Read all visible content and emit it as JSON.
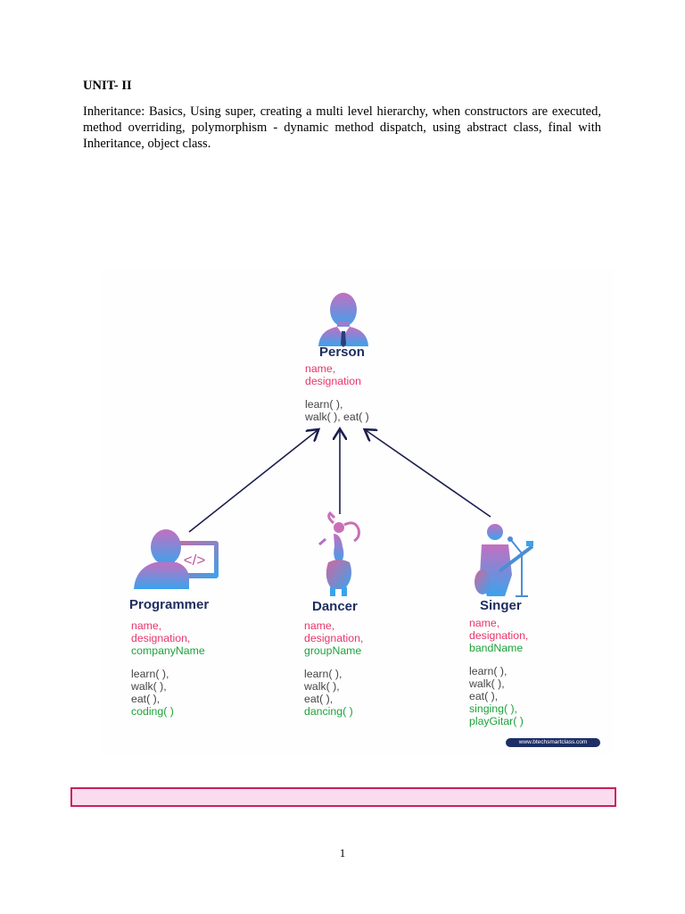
{
  "document": {
    "unit_heading": "UNIT- II",
    "syllabus": "Inheritance: Basics, Using super, creating a multi level hierarchy, when constructors are executed, method overriding, polymorphism - dynamic method dispatch, using abstract class, final with Inheritance, object class.",
    "page_number": "1"
  },
  "diagram": {
    "person": {
      "title": "Person",
      "fields": [
        "name,",
        "designation"
      ],
      "methods": [
        "learn( ),",
        "walk( ), eat( )"
      ]
    },
    "programmer": {
      "title": "Programmer",
      "fields": [
        "name,",
        "designation,"
      ],
      "extra_field": "companyName",
      "methods": [
        "learn( ),",
        "walk( ),",
        "eat( ),"
      ],
      "extra_methods": [
        "coding( )"
      ]
    },
    "dancer": {
      "title": "Dancer",
      "fields": [
        "name,",
        "designation,"
      ],
      "extra_field": "groupName",
      "methods": [
        "learn( ),",
        "walk( ),",
        "eat( ),"
      ],
      "extra_methods": [
        "dancing( )"
      ]
    },
    "singer": {
      "title": "Singer",
      "fields": [
        "name,",
        "designation,"
      ],
      "extra_field": "bandName",
      "methods": [
        "learn( ),",
        "walk( ),",
        "eat( ),"
      ],
      "extra_methods": [
        "singing( ),",
        "playGitar( )"
      ]
    },
    "code_glyph": "</>",
    "watermark": "www.btechsmartclass.com",
    "colors": {
      "title": "#1f2d5e",
      "field": "#e8356c",
      "method": "#444444",
      "own_member": "#1da23b",
      "arrow": "#1b1f4d",
      "icon_gradient_top": "#c36fc1",
      "icon_gradient_bottom": "#3aa3ec"
    },
    "icons": [
      "person-icon",
      "programmer-icon",
      "dancer-icon",
      "singer-icon"
    ]
  }
}
